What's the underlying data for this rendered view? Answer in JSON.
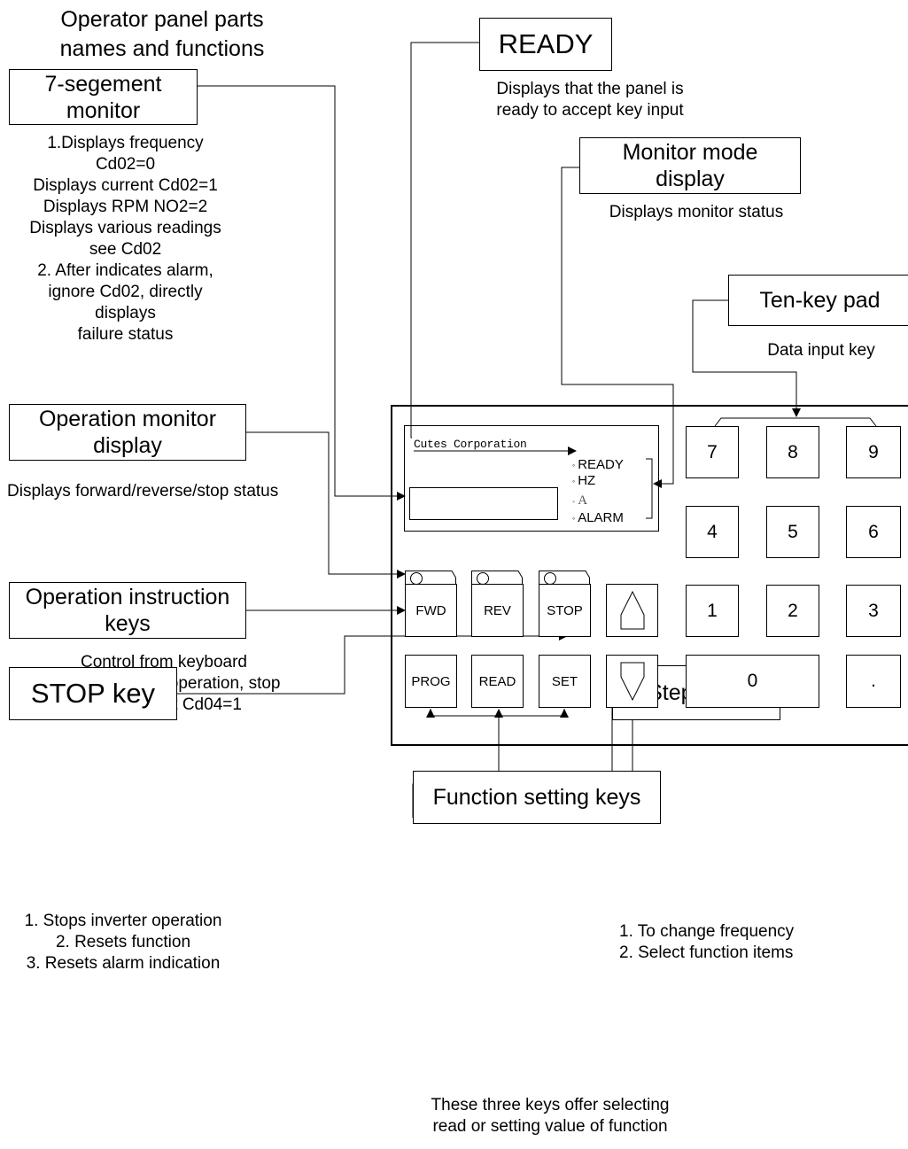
{
  "title": "Operator panel parts\nnames and functions",
  "callouts": {
    "ready": {
      "label": "READY",
      "desc": "Displays that the panel is\nready to accept key input"
    },
    "seven_segment": {
      "label": "7-segement\nmonitor",
      "desc": "1.Displays frequency\nCd02=0\nDisplays current Cd02=1\nDisplays RPM NO2=2\nDisplays various readings\nsee Cd02\n2. After indicates alarm,\nignore Cd02, directly\ndisplays\nfailure status"
    },
    "monitor_mode": {
      "label": "Monitor mode\ndisplay",
      "desc": "Displays monitor status"
    },
    "ten_key": {
      "label": "Ten-key pad",
      "desc": "Data input key"
    },
    "operation_monitor": {
      "label": "Operation monitor\ndisplay",
      "desc": "Displays forward/reverse/stop status"
    },
    "operation_instruction": {
      "label": "Operation instruction\nkeys",
      "desc": "Control from keyboard\nExternal control operation, stop\nmode by set Cd04=1"
    },
    "stop_key": {
      "label": "STOP key",
      "desc": "1. Stops inverter operation\n2. Resets function\n3. Resets alarm indication"
    },
    "step_keys": {
      "label": "Step keys",
      "desc": "1. To change frequency\n2. Select function items"
    },
    "function_setting": {
      "label": "Function setting keys",
      "desc": "These three keys offer selecting\nread or setting value of function"
    }
  },
  "panel": {
    "company": "Cutes Corporation",
    "leds": [
      "READY",
      "HZ",
      "A",
      "ALARM"
    ],
    "operation_keys": [
      "FWD",
      "REV",
      "STOP"
    ],
    "function_keys": [
      "PROG",
      "READ",
      "SET"
    ],
    "step_up_icon": "up-arrow-icon",
    "step_down_icon": "down-arrow-icon",
    "numpad": {
      "row1": [
        "7",
        "8",
        "9"
      ],
      "row2": [
        "4",
        "5",
        "6"
      ],
      "row3": [
        "1",
        "2",
        "3"
      ],
      "zero": "0",
      "dot": "."
    }
  }
}
